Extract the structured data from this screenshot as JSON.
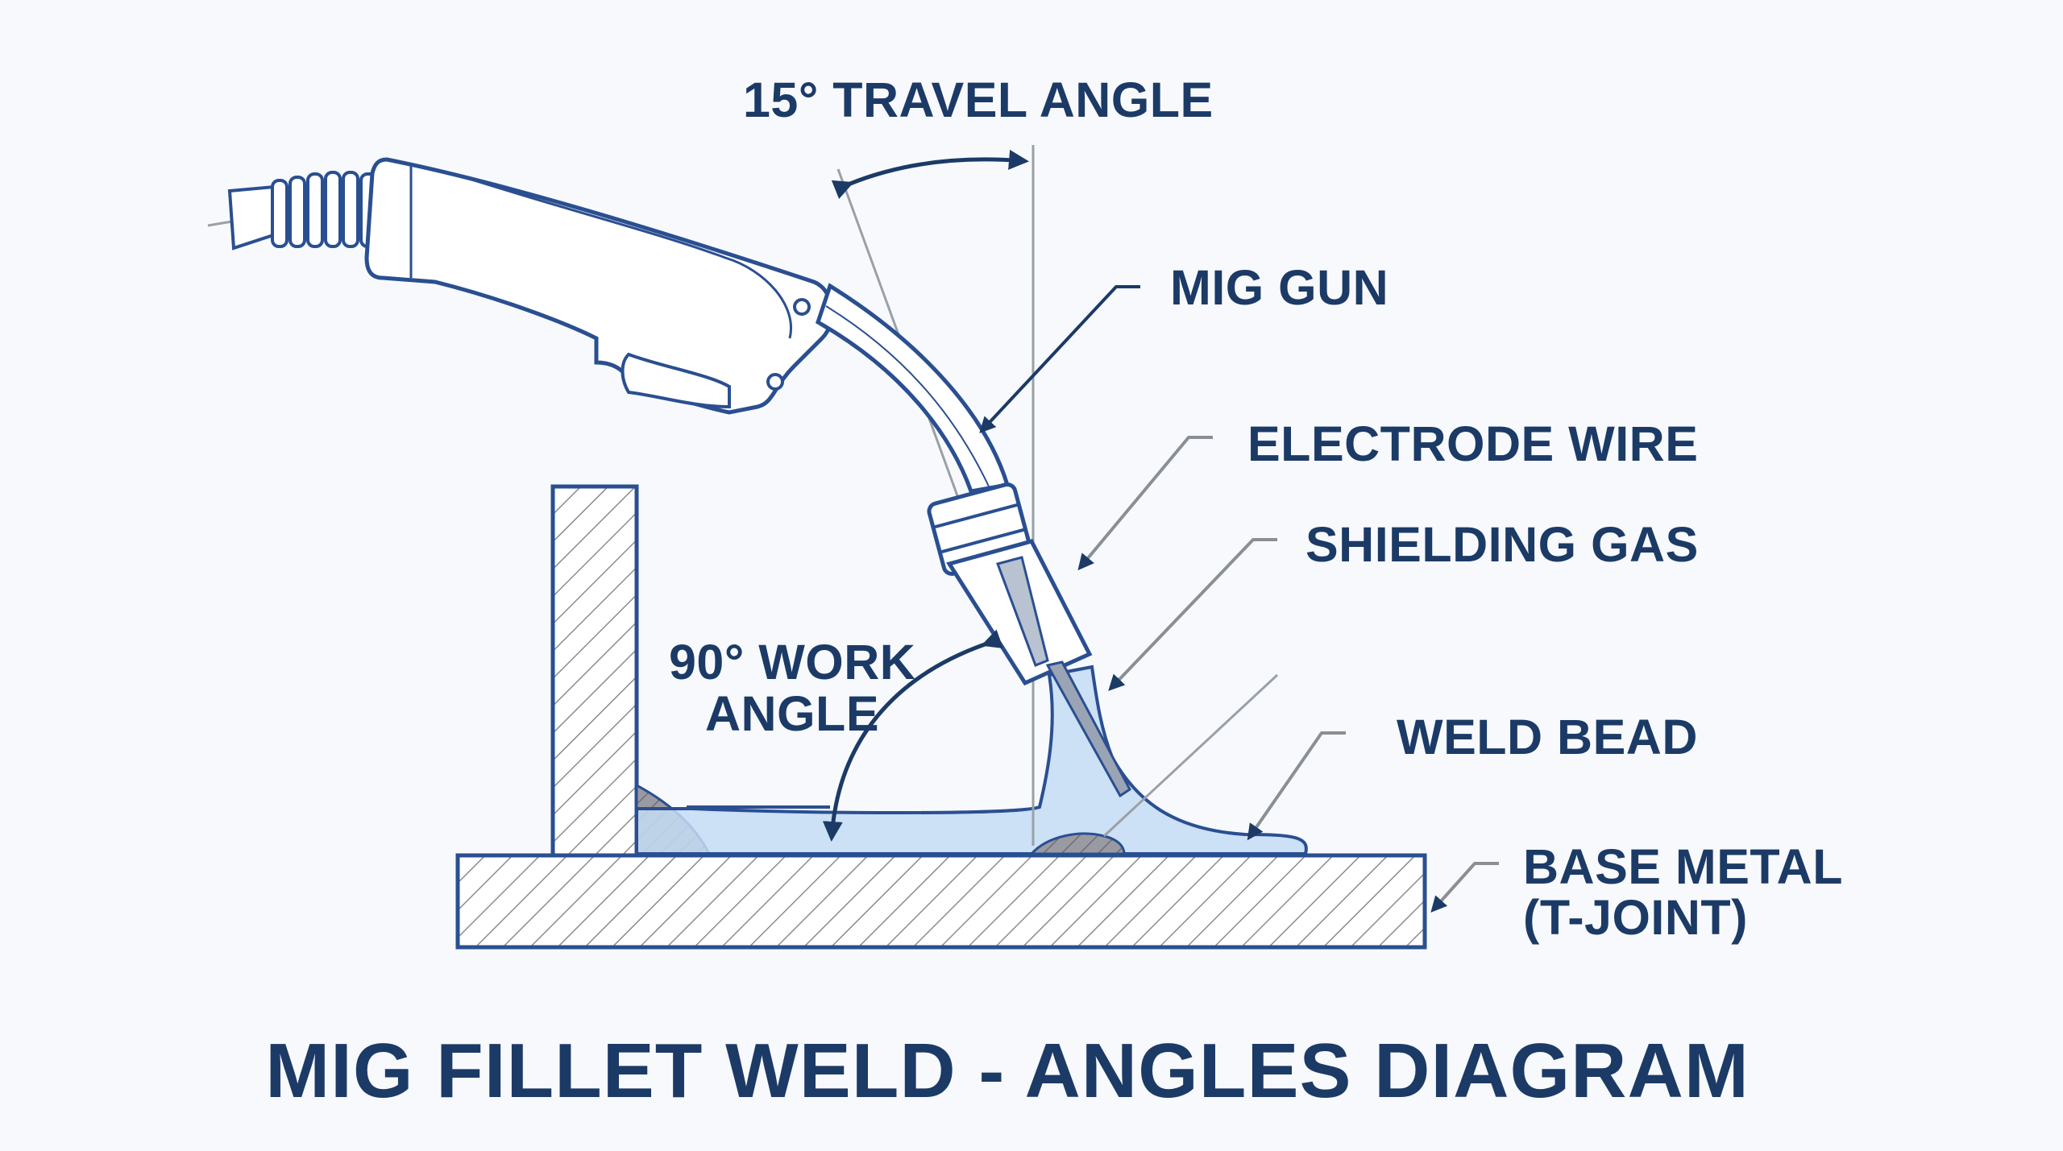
{
  "title": "MIG FILLET WELD - ANGLES DIAGRAM",
  "labels": {
    "travel_angle": "15° TRAVEL ANGLE",
    "mig_gun": "MIG GUN",
    "electrode_wire": "ELECTRODE WIRE",
    "shielding_gas": "SHIELDING GAS",
    "work_angle_line1": "90° WORK",
    "work_angle_line2": "ANGLE",
    "weld_bead": "WELD BEAD",
    "base_metal_line1": "BASE METAL",
    "base_metal_line2": "(T-JOINT)"
  },
  "angles": {
    "travel_angle_deg": 15,
    "work_angle_deg": 90
  },
  "colors": {
    "background": "#f7f9fc",
    "line": "#2a4f91",
    "text": "#1c3a66",
    "gas": "#c4dcf4",
    "hatch": "#888888",
    "guide": "#9aa0a8"
  }
}
